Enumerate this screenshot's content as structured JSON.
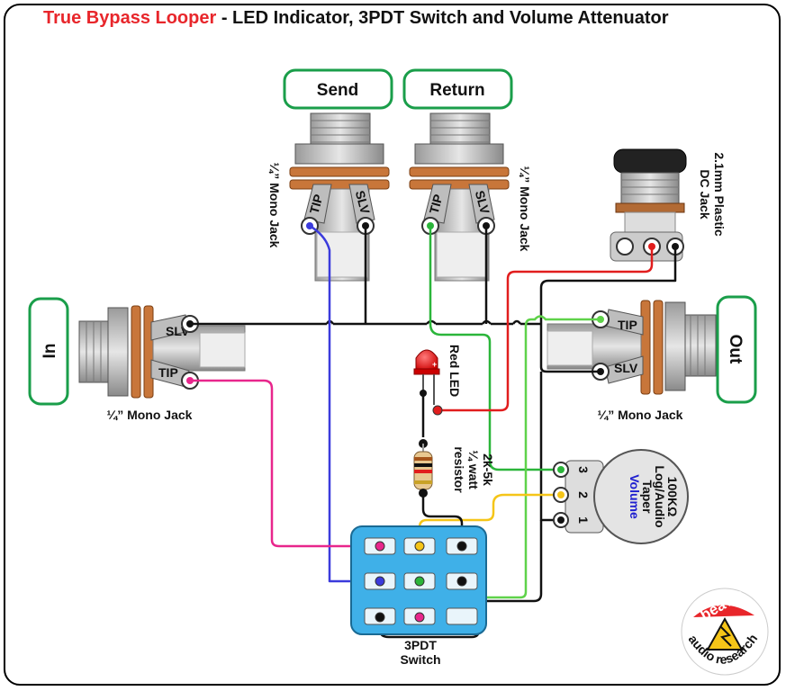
{
  "title": {
    "main": "True Bypass Looper",
    "rest": " - LED Indicator, 3PDT Switch and Volume Attenuator"
  },
  "boxes": {
    "send": "Send",
    "return": "Return",
    "in": "In",
    "out": "Out"
  },
  "jacks": {
    "mono_label": "¼” Mono Jack",
    "tip": "TIP",
    "slv": "SLV",
    "dc_label_line1": "2.1mm Plastic",
    "dc_label_line2": "DC Jack"
  },
  "led": {
    "label": "Red LED",
    "plus": "+"
  },
  "resistor": {
    "line1": "2k-5k",
    "line2": "¼ watt",
    "line3": "resistor"
  },
  "pot": {
    "line1": "100KΩ",
    "line2": "Log/Audio",
    "line3": "Taper",
    "line4": "Volume",
    "lug1": "1",
    "lug2": "2",
    "lug3": "3"
  },
  "switch": {
    "line1": "3PDT",
    "line2": "Switch"
  },
  "logo": {
    "word1": "beavis",
    "word2": "audio research"
  },
  "colors": {
    "title_red": "#e8262b",
    "box_green": "#1a9e4a",
    "wire_blue": "#3b3bdc",
    "wire_pink": "#e8268c",
    "wire_green": "#2bb53a",
    "wire_lime": "#5fd24a",
    "wire_yellow": "#f5c518",
    "wire_red": "#e11d1d",
    "wire_black": "#111111",
    "switch_blue": "#3fb0e8"
  }
}
